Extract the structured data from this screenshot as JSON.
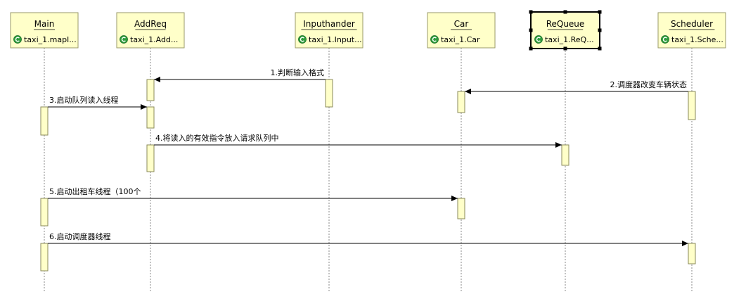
{
  "colors": {
    "participant_fill": "#ffffc9",
    "participant_border": "#9a9a6a",
    "selected_border": "#000000",
    "activation_fill": "#ffffc9",
    "activation_border": "#8a8a5a",
    "lifeline": "#888888",
    "icon_green": "#2e9c3c"
  },
  "participants": [
    {
      "name": "Main",
      "type": "taxi_1.mapI...",
      "icon": "class-icon"
    },
    {
      "name": "AddReq",
      "type": "taxi_1.Add...",
      "icon": "class-icon"
    },
    {
      "name": "Inputhander",
      "type": "taxi_1.Input...",
      "icon": "class-icon"
    },
    {
      "name": "Car",
      "type": "taxi_1.Car",
      "icon": "class-icon"
    },
    {
      "name": "ReQueue",
      "type": "taxi_1.ReQ...",
      "icon": "class-icon",
      "selected": true
    },
    {
      "name": "Scheduler",
      "type": "taxi_1.Sche...",
      "icon": "class-icon"
    }
  ],
  "messages": [
    {
      "label": "1.判断输入格式",
      "from": 2,
      "to": 1
    },
    {
      "label": "2.调度器改变车辆状态",
      "from": 5,
      "to": 3
    },
    {
      "label": "3.启动队列读入线程",
      "from": 0,
      "to": 1
    },
    {
      "label": "4.将读入的有效指令放入请求队列中",
      "from": 1,
      "to": 4
    },
    {
      "label": "5.启动出租车线程（100个",
      "from": 0,
      "to": 3
    },
    {
      "label": "6.启动调度器线程",
      "from": 0,
      "to": 5
    }
  ]
}
